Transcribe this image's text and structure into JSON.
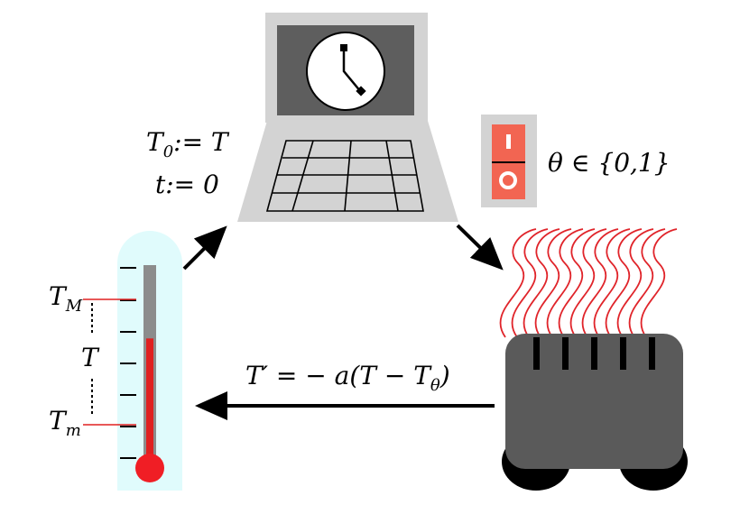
{
  "diagram": {
    "controller": {
      "assign_T0": "T0:= T",
      "assign_t": "t:= 0"
    },
    "switch": {
      "states_label": "θ ∈ {0,1}",
      "on_symbol": "I",
      "off_symbol": "O"
    },
    "equation": "T′ = − a(T − Tθ)",
    "thermometer": {
      "max_label": "TM",
      "current_label": "T",
      "min_label": "Tm",
      "mercury_level": 0.62
    },
    "colors": {
      "screen_frame": "#d3d3d3",
      "screen": "#5e5e5e",
      "switch_red": "#f26552",
      "heat_red": "#e0242a",
      "heater_body": "#5a5a5a",
      "thermometer_bg": "#e0fbfc",
      "mercury": "#e02020",
      "bulb": "#f01e25"
    }
  }
}
